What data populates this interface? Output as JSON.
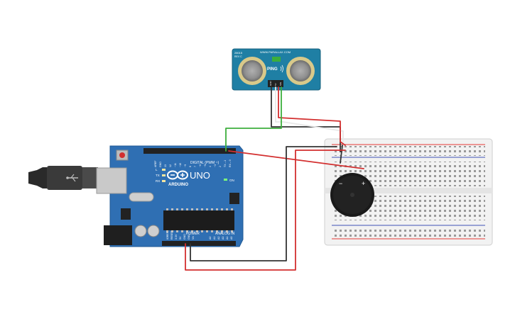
{
  "colors": {
    "canvas": "#ffffff",
    "arduino_board": "#2f6fb3",
    "arduino_edge": "#1f5a96",
    "header": "#222222",
    "sensor_board": "#1f7fa4",
    "transducer_ring": "#d8c98a",
    "breadboard": "#f2f2f2",
    "rail_red": "#e53935",
    "rail_blue": "#3f51b5",
    "buzzer": "#1a1a1a",
    "wire_red": "#d32f2f",
    "wire_black": "#222222",
    "wire_green": "#3cae3c",
    "usb_cable": "#333333"
  },
  "icons": {
    "logo": "arduino-infinity-logo",
    "usb": "usb-symbol-icon",
    "ping_waves": "sound-waves-icon"
  },
  "ultrasonic_sensor": {
    "model": "28015",
    "rev": "REV C",
    "url": "WWW.PARALLAX.COM",
    "name": "PING",
    "pins": [
      "GND",
      "5V",
      "SIG"
    ]
  },
  "arduino": {
    "brand": "ARDUINO",
    "model": "UNO",
    "digital_label": "DIGITAL (PWM ~)",
    "power_label": "POWER",
    "analog_label": "ANALOG IN",
    "on_label": "ON",
    "led_labels": [
      "L",
      "TX",
      "RX"
    ],
    "top_pins": [
      "AREF",
      "GND",
      "13",
      "12",
      "~11",
      "~10",
      "~9",
      "8",
      "7",
      "~6",
      "~5",
      "4",
      "~3",
      "2",
      "TX→1",
      "RX←0"
    ],
    "power_pins": [
      "IOREF",
      "RESET",
      "3.3V",
      "5V",
      "GND",
      "GND",
      "Vin"
    ],
    "analog_pins": [
      "A0",
      "A1",
      "A2",
      "A3",
      "A4",
      "A5"
    ]
  },
  "buzzer": {
    "minus": "−",
    "plus": "+"
  }
}
